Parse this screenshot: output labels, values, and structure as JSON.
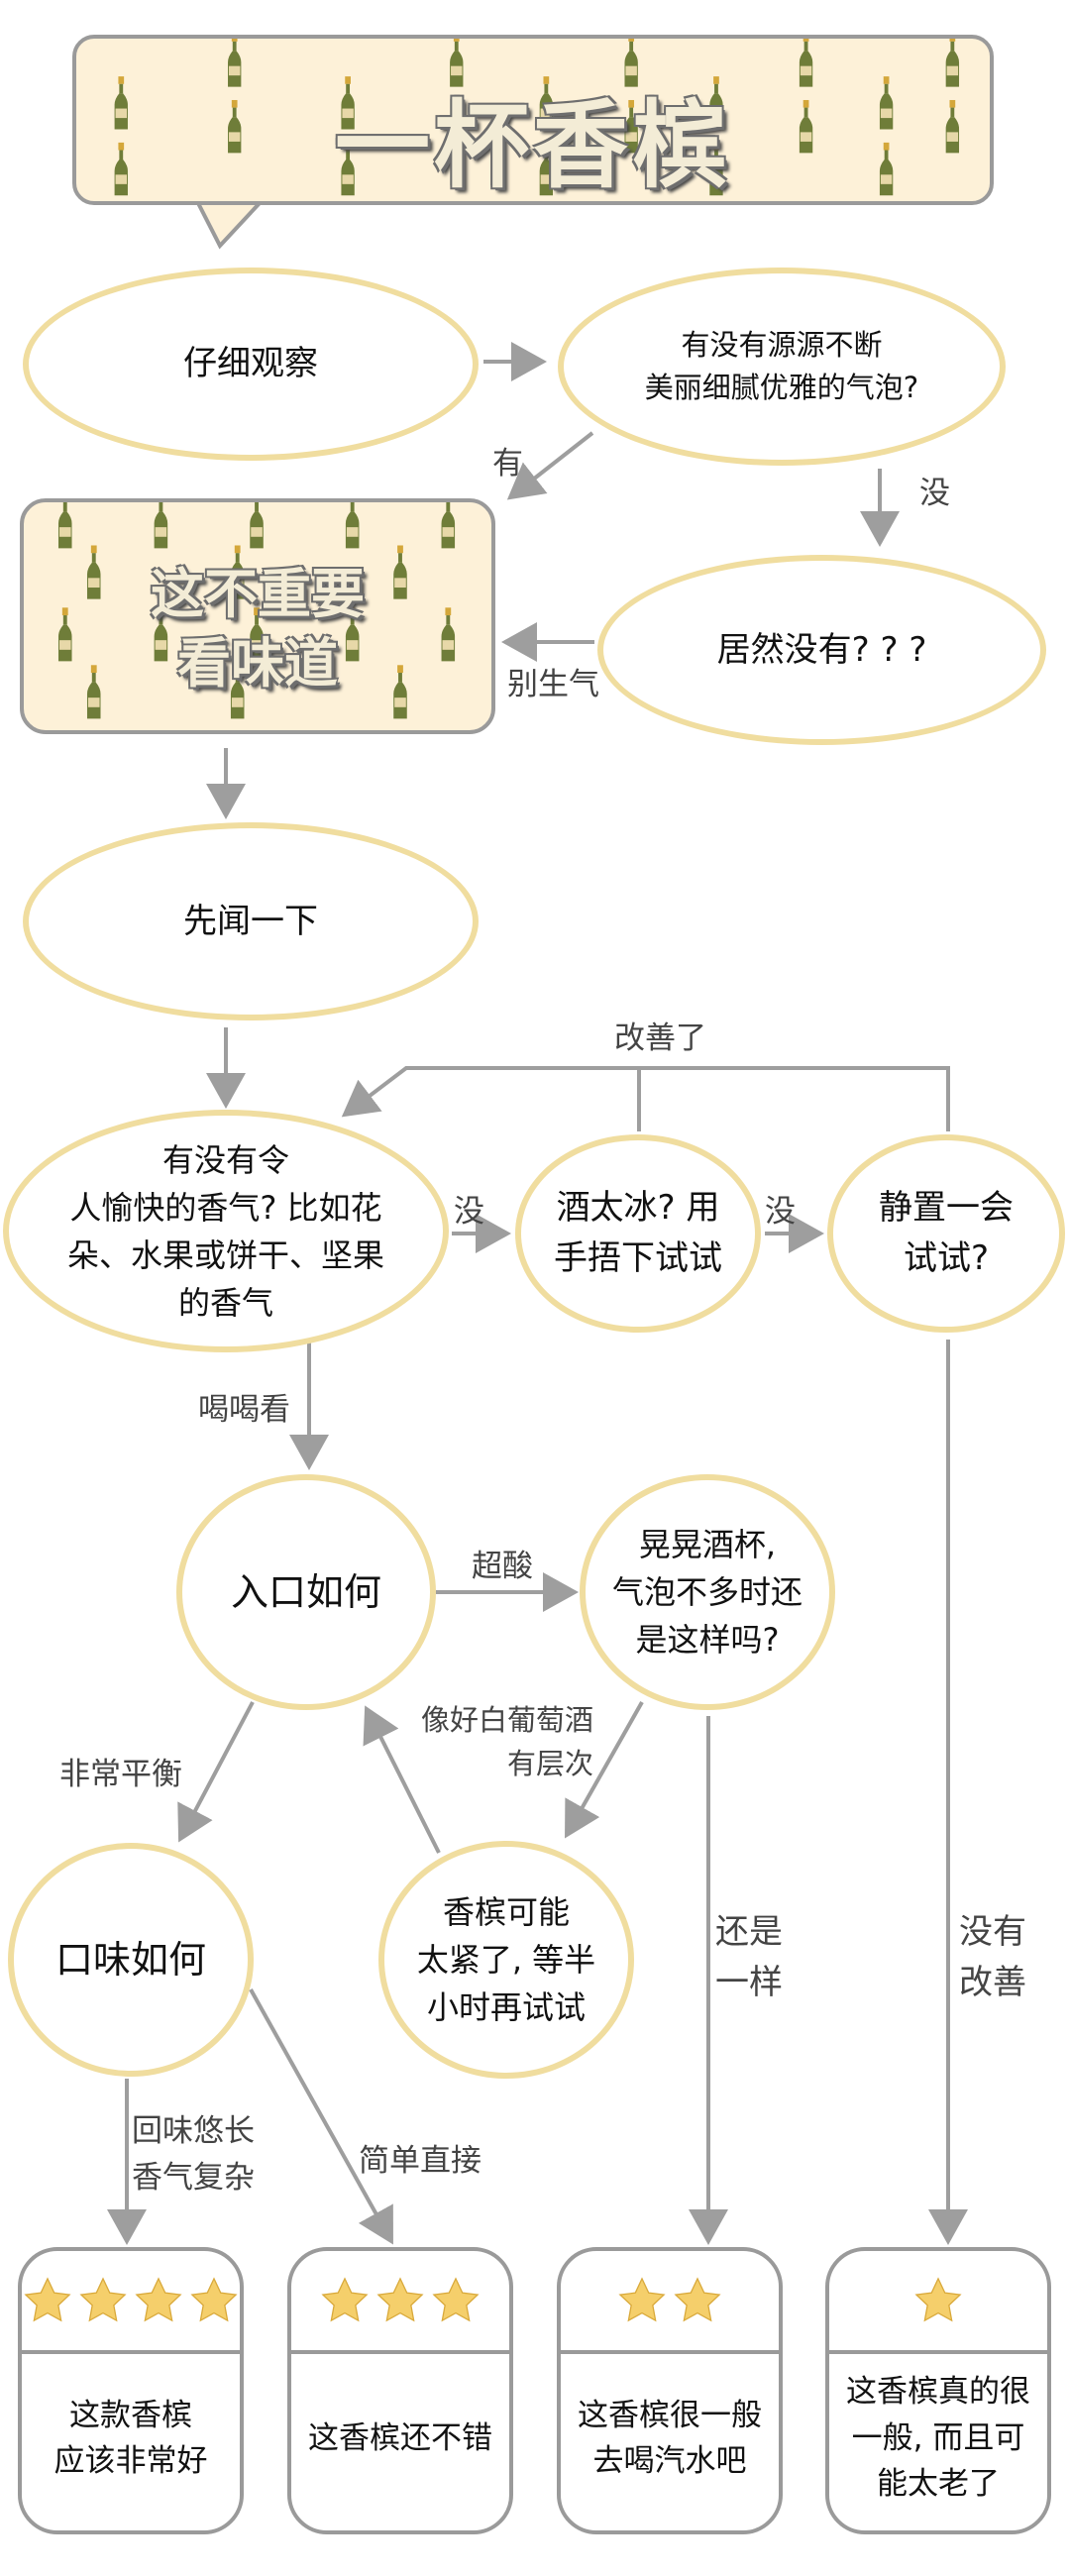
{
  "header": {
    "title": "一杯香槟"
  },
  "banner": {
    "line1": "这不重要",
    "line2": "看味道"
  },
  "nodes": {
    "observe": "仔细观察",
    "bubbles": [
      "有没有源源不断",
      "美丽细腻优雅的气泡?"
    ],
    "none": "居然没有? ? ?",
    "smell": "先闻一下",
    "aroma": [
      "有没有令",
      "人愉快的香气? 比如花",
      "朵、水果或饼干、坚果",
      "的香气"
    ],
    "too_cold": [
      "酒太冰? 用",
      "手捂下试试"
    ],
    "rest": [
      "静置一会",
      "试试?"
    ],
    "mouth": "入口如何",
    "swirl": [
      "晃晃酒杯,",
      "气泡不多时还",
      "是这样吗?"
    ],
    "taste": "口味如何",
    "tight": [
      "香槟可能",
      "太紧了, 等半",
      "小时再试试"
    ]
  },
  "labels": {
    "yes": "有",
    "no": "没",
    "dont_worry": "别生气",
    "improved": "改善了",
    "no_a": "没",
    "no_b": "没",
    "drink": "喝喝看",
    "super_acid": "超酸",
    "like_wine": [
      "像好白葡萄酒",
      "有层次"
    ],
    "balanced": "非常平衡",
    "same": [
      "还是",
      "一样"
    ],
    "not_improved": [
      "没有",
      "改善"
    ],
    "long_finish": [
      "回味悠长",
      "香气复杂"
    ],
    "simple": "简单直接"
  },
  "results": [
    {
      "stars": 4,
      "text": [
        "这款香槟",
        "应该非常好"
      ]
    },
    {
      "stars": 3,
      "text": [
        "这香槟还不错"
      ]
    },
    {
      "stars": 2,
      "text": [
        "这香槟很一般",
        "去喝汽水吧"
      ]
    },
    {
      "stars": 1,
      "text": [
        "这香槟真的很",
        "一般, 而且可",
        "能太老了"
      ]
    }
  ],
  "colors": {
    "node_border": "#f0dd9f",
    "banner_fill": "#fdf1d8",
    "outline_gray": "#9a9a9a",
    "arrow_gray": "#9e9e9e",
    "star": "#f5cf6b"
  },
  "icons": {
    "decoration": "champagne-bottle-icon",
    "rating": "star-icon"
  }
}
